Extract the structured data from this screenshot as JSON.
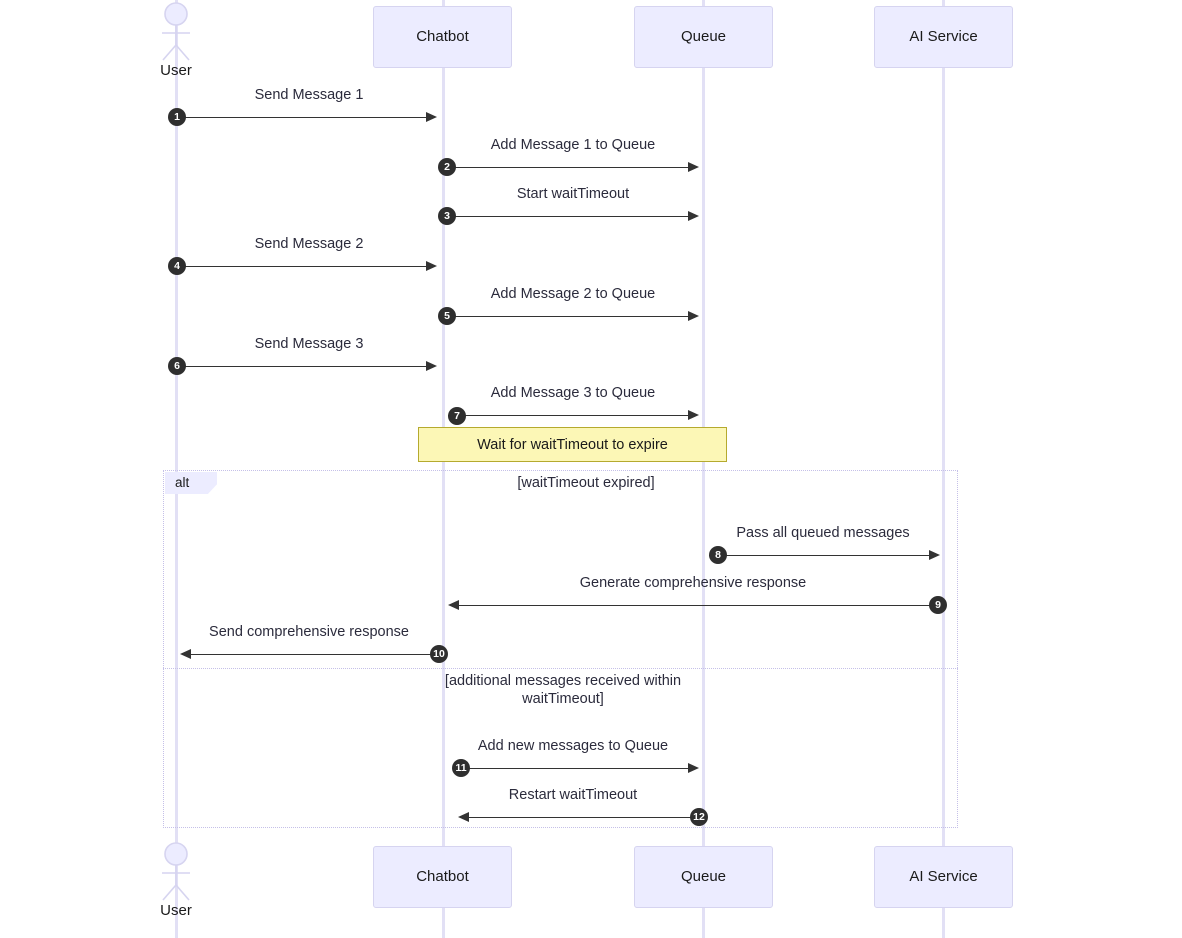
{
  "diagram": {
    "type": "sequence-diagram",
    "colors": {
      "participant_fill": "#ECECFF",
      "participant_border": "#D6D4F0",
      "lifeline": "#E2E0F5",
      "note_fill": "#FCF7B6",
      "note_border": "#B5AA2E",
      "arrow": "#333333",
      "badge": "#2F2F2F",
      "fragment_border": "#C5C0E8"
    }
  },
  "participants": [
    {
      "id": "user",
      "label": "User",
      "kind": "actor"
    },
    {
      "id": "chatbot",
      "label": "Chatbot",
      "kind": "box"
    },
    {
      "id": "queue",
      "label": "Queue",
      "kind": "box"
    },
    {
      "id": "ai",
      "label": "AI Service",
      "kind": "box"
    }
  ],
  "participants_bottom": [
    {
      "id": "user",
      "label": "User",
      "kind": "actor"
    },
    {
      "id": "chatbot",
      "label": "Chatbot",
      "kind": "box"
    },
    {
      "id": "queue",
      "label": "Queue",
      "kind": "box"
    },
    {
      "id": "ai",
      "label": "AI Service",
      "kind": "box"
    }
  ],
  "messages": [
    {
      "num": "1",
      "label": "Send Message 1",
      "from": "user",
      "to": "chatbot",
      "dir": "right"
    },
    {
      "num": "2",
      "label": "Add Message 1 to Queue",
      "from": "chatbot",
      "to": "queue",
      "dir": "right"
    },
    {
      "num": "3",
      "label": "Start waitTimeout",
      "from": "chatbot",
      "to": "queue",
      "dir": "right"
    },
    {
      "num": "4",
      "label": "Send Message 2",
      "from": "user",
      "to": "chatbot",
      "dir": "right"
    },
    {
      "num": "5",
      "label": "Add Message 2 to Queue",
      "from": "chatbot",
      "to": "queue",
      "dir": "right"
    },
    {
      "num": "6",
      "label": "Send Message 3",
      "from": "user",
      "to": "chatbot",
      "dir": "right"
    },
    {
      "num": "7",
      "label": "Add Message 3 to Queue",
      "from": "chatbot",
      "to": "queue",
      "dir": "right"
    },
    {
      "num": "8",
      "label": "Pass all queued messages",
      "from": "queue",
      "to": "ai",
      "dir": "right"
    },
    {
      "num": "9",
      "label": "Generate comprehensive response",
      "from": "ai",
      "to": "chatbot",
      "dir": "left"
    },
    {
      "num": "10",
      "label": "Send comprehensive response",
      "from": "chatbot",
      "to": "user",
      "dir": "left"
    },
    {
      "num": "11",
      "label": "Add new messages to Queue",
      "from": "chatbot",
      "to": "queue",
      "dir": "right"
    },
    {
      "num": "12",
      "label": "Restart waitTimeout",
      "from": "queue",
      "to": "chatbot",
      "dir": "left"
    }
  ],
  "note": {
    "text": "Wait for waitTimeout to expire"
  },
  "fragment": {
    "tag": "alt",
    "branches": [
      {
        "condition": "[waitTimeout expired]"
      },
      {
        "condition": "[additional messages received within waitTimeout]"
      }
    ]
  }
}
